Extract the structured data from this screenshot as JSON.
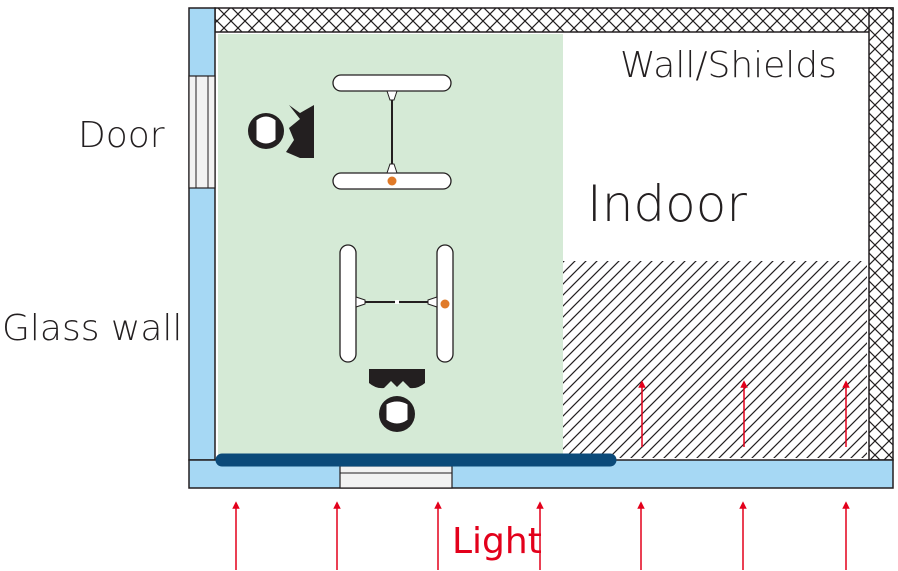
{
  "labels": {
    "door": "Door",
    "glass_wall": "Glass wall",
    "wall_shields": "Wall/Shields",
    "indoor": "Indoor",
    "light": "Light"
  },
  "colors": {
    "glass": "#a6d8f4",
    "work_area": "#d5ead6",
    "blind": "#0b4a79",
    "arrow": "#e3001b",
    "wall_line": "#231f20",
    "light_text": "#e3001b",
    "desk_dot": "#e07a28"
  },
  "icons": {
    "person": "person-silhouette-icon",
    "desk": "desk-with-lamp-icon",
    "arrow": "light-ray-arrow-icon"
  }
}
